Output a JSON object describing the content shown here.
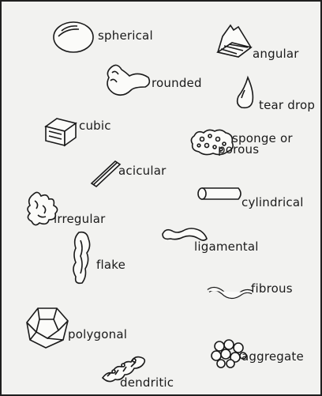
{
  "shapes": [
    {
      "id": "spherical",
      "label": "spherical",
      "icon": "sphere-icon"
    },
    {
      "id": "angular",
      "label": "angular",
      "icon": "angular-particle-icon"
    },
    {
      "id": "rounded",
      "label": "rounded",
      "icon": "rounded-particle-icon"
    },
    {
      "id": "tear_drop",
      "label": "tear drop",
      "icon": "tear-drop-icon"
    },
    {
      "id": "cubic",
      "label": "cubic",
      "icon": "cube-icon"
    },
    {
      "id": "sponge_porous",
      "label_line1": "sponge or",
      "label_line2": "porous",
      "icon": "sponge-icon"
    },
    {
      "id": "acicular",
      "label": "acicular",
      "icon": "needle-icon"
    },
    {
      "id": "cylindrical",
      "label": "cylindrical",
      "icon": "cylinder-icon"
    },
    {
      "id": "irregular",
      "label": "irregular",
      "icon": "irregular-particle-icon"
    },
    {
      "id": "ligamental",
      "label": "ligamental",
      "icon": "ligament-icon"
    },
    {
      "id": "flake",
      "label": "flake",
      "icon": "flake-icon"
    },
    {
      "id": "fibrous",
      "label": "fibrous",
      "icon": "fiber-icon"
    },
    {
      "id": "polygonal",
      "label": "polygonal",
      "icon": "polygon-icon"
    },
    {
      "id": "aggregate",
      "label": "aggregate",
      "icon": "aggregate-icon"
    },
    {
      "id": "dendritic",
      "label": "dendritic",
      "icon": "dendrite-icon"
    }
  ],
  "background": {
    "paper_color": "#f2f2f0",
    "ink_color": "#1a1a1a"
  }
}
